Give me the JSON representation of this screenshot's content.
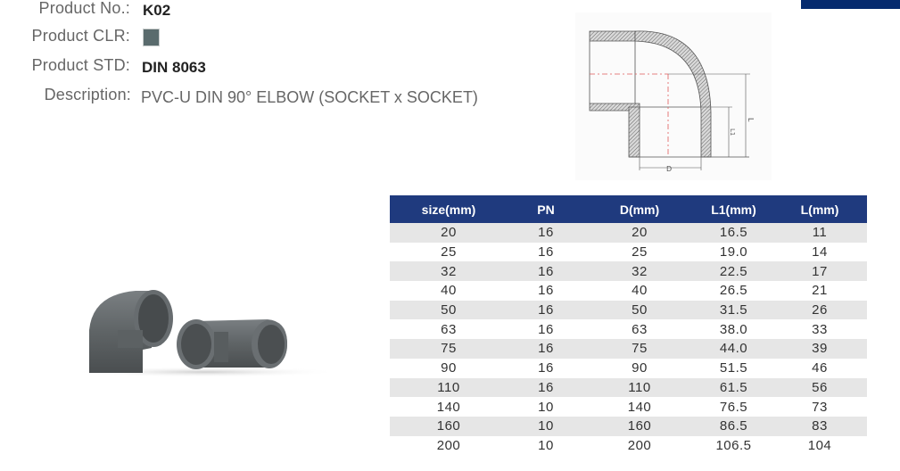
{
  "product": {
    "number_label": "Product No.:",
    "number_value": "K02",
    "color_label": "Product CLR:",
    "color_swatch": "#5a6b6d",
    "standard_label": "Product STD:",
    "standard_value": "DIN 8063",
    "description_label": "Description:",
    "description_value": "PVC-U DIN 90° ELBOW (SOCKET x SOCKET)"
  },
  "drawing": {
    "dimension_labels": [
      "D",
      "L1",
      "L"
    ]
  },
  "colors": {
    "header_bar": "#052a6e",
    "table_header": "#1f3a7e",
    "row_stripe": "#e6e6e6",
    "pipe_gray": "#5f6466"
  },
  "table": {
    "headers": [
      "size(mm)",
      "PN",
      "D(mm)",
      "L1(mm)",
      "L(mm)"
    ],
    "rows": [
      [
        "20",
        "16",
        "20",
        "16.5",
        "11"
      ],
      [
        "25",
        "16",
        "25",
        "19.0",
        "14"
      ],
      [
        "32",
        "16",
        "32",
        "22.5",
        "17"
      ],
      [
        "40",
        "16",
        "40",
        "26.5",
        "21"
      ],
      [
        "50",
        "16",
        "50",
        "31.5",
        "26"
      ],
      [
        "63",
        "16",
        "63",
        "38.0",
        "33"
      ],
      [
        "75",
        "16",
        "75",
        "44.0",
        "39"
      ],
      [
        "90",
        "16",
        "90",
        "51.5",
        "46"
      ],
      [
        "110",
        "16",
        "110",
        "61.5",
        "56"
      ],
      [
        "140",
        "10",
        "140",
        "76.5",
        "73"
      ],
      [
        "160",
        "10",
        "160",
        "86.5",
        "83"
      ],
      [
        "200",
        "10",
        "200",
        "106.5",
        "104"
      ]
    ]
  }
}
